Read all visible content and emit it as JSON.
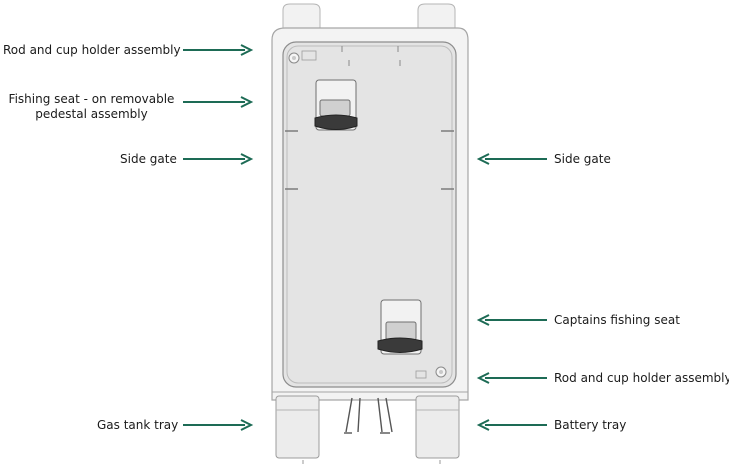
{
  "labels": {
    "rod_holder_top": "Rod and cup holder assembly",
    "fishing_seat_line1": "Fishing seat - on removable",
    "fishing_seat_line2": "pedestal assembly",
    "side_gate_left": "Side gate",
    "side_gate_right": "Side gate",
    "captains_seat": "Captains fishing  seat",
    "rod_holder_bottom": "Rod and cup holder assembly",
    "gas_tank_tray": "Gas tank tray",
    "battery_tray": "Battery tray"
  },
  "colors": {
    "arrow": "#1d6b55",
    "deck": "#e4e4e4",
    "hull": "#f0f0f0",
    "outline": "#9a9a9a"
  }
}
